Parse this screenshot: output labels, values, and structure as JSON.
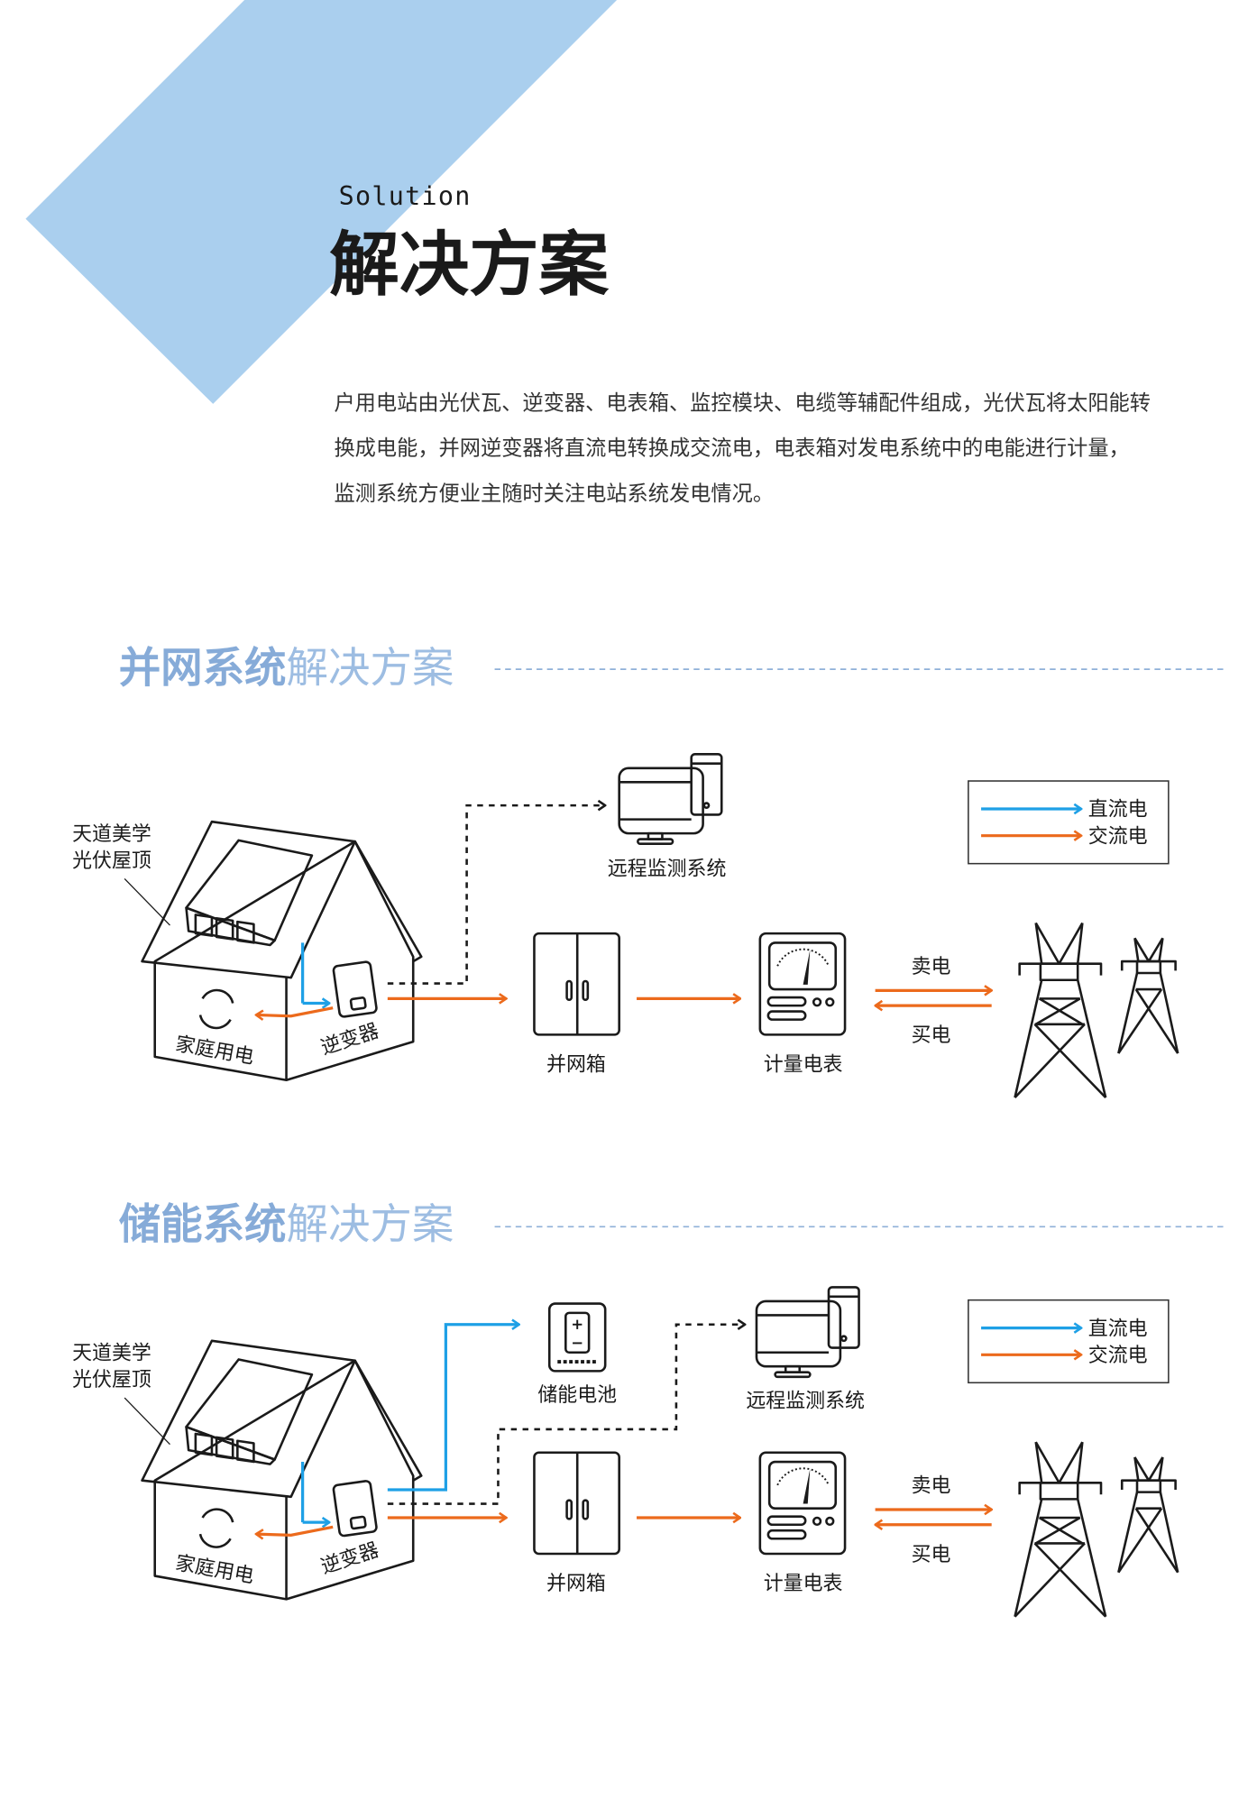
{
  "header": {
    "subtitle": "Solution",
    "title": "解决方案"
  },
  "intro": {
    "lines": [
      "户用电站由光伏瓦、逆变器、电表箱、监控模块、电缆等辅配件组成，光伏瓦将太阳能转",
      "换成电能，并网逆变器将直流电转换成交流电，电表箱对发电系统中的电能进行计量，",
      "监测系统方便业主随时关注电站系统发电情况。"
    ]
  },
  "colors": {
    "accent": "#aacfee",
    "heading": "#86abd8",
    "dc": "#1ea0e6",
    "ac": "#ec6a1c"
  },
  "grid": {
    "heading_bold": "并网系统",
    "heading_light": "解决方案",
    "roof_label": [
      "天道美学",
      "光伏屋顶"
    ],
    "home": "家庭用电",
    "inverter": "逆变器",
    "monitor": "远程监测系统",
    "cabinet": "并网箱",
    "meter": "计量电表",
    "sell": "卖电",
    "buy": "买电",
    "legend": {
      "dc": "直流电",
      "ac": "交流电"
    }
  },
  "storage": {
    "heading_bold": "储能系统",
    "heading_light": "解决方案",
    "roof_label": [
      "天道美学",
      "光伏屋顶"
    ],
    "home": "家庭用电",
    "inverter": "逆变器",
    "battery": "储能电池",
    "monitor": "远程监测系统",
    "cabinet": "并网箱",
    "meter": "计量电表",
    "sell": "卖电",
    "buy": "买电",
    "legend": {
      "dc": "直流电",
      "ac": "交流电"
    }
  }
}
